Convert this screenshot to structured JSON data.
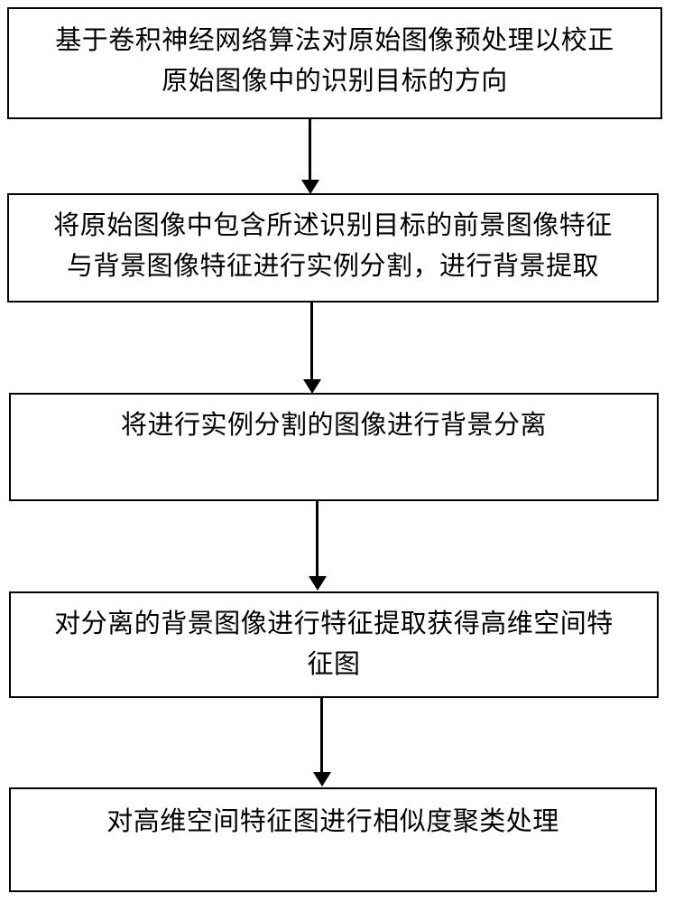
{
  "diagram": {
    "type": "flowchart",
    "orientation": "vertical",
    "title": "",
    "background_color": "#ffffff",
    "line_color": "#000000",
    "text_color": "#000000",
    "nodes": [
      {
        "id": "step-1",
        "shape": "rectangle",
        "text": "基于卷积神经网络算法对原始图像预处理以校正\n原始图像中的识别目标的方向"
      },
      {
        "id": "step-2",
        "shape": "rectangle",
        "text": "将原始图像中包含所述识别目标的前景图像特征\n与背景图像特征进行实例分割，进行背景提取"
      },
      {
        "id": "step-3",
        "shape": "rectangle",
        "text": "将进行实例分割的图像进行背景分离"
      },
      {
        "id": "step-4",
        "shape": "rectangle",
        "text": "对分离的背景图像进行特征提取获得高维空间特\n征图"
      },
      {
        "id": "step-5",
        "shape": "rectangle",
        "text": "对高维空间特征图进行相似度聚类处理"
      }
    ],
    "edges": [
      {
        "id": "edge-1",
        "from": "step-1",
        "to": "step-2",
        "style": "solid-arrow",
        "label": ""
      },
      {
        "id": "edge-2",
        "from": "step-2",
        "to": "step-3",
        "style": "solid-arrow",
        "label": ""
      },
      {
        "id": "edge-3",
        "from": "step-3",
        "to": "step-4",
        "style": "solid-arrow",
        "label": ""
      },
      {
        "id": "edge-4",
        "from": "step-4",
        "to": "step-5",
        "style": "solid-arrow",
        "label": ""
      }
    ]
  }
}
